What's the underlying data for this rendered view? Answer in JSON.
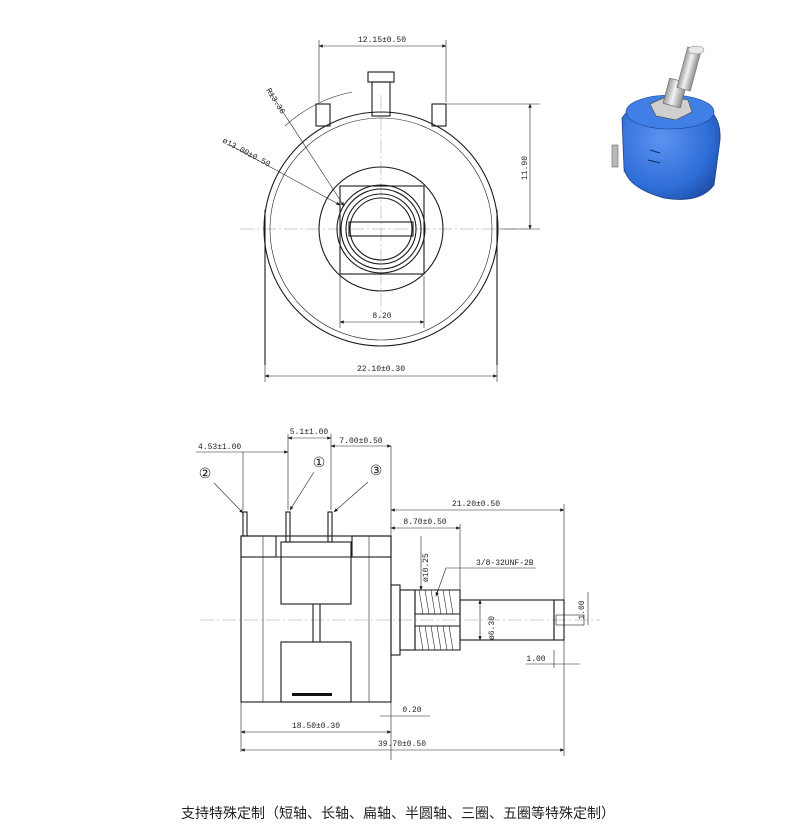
{
  "top_view": {
    "dims": {
      "width_top": "12.15±0.50",
      "radius": "R13.36",
      "diameter": "ø13.00±0.50",
      "height": "11.90",
      "inner_width": "8.20",
      "outer_width": "22.10±0.30"
    }
  },
  "side_view": {
    "dims": {
      "pin_spacing_left": "4.53±1.00",
      "pin_spacing_mid": "5.1±1.00",
      "pin_spacing_right": "7.00±0.50",
      "shaft_total": "21.20±0.50",
      "thread_length": "8.70±0.50",
      "thread_diameter": "ø10.25",
      "thread_spec": "3/8-32UNF-2B",
      "shaft_diameter": "ø6.30",
      "flat_1": "1.00",
      "flat_2": "1.00",
      "gap": "0.20",
      "body_length": "18.50±0.30",
      "total_length": "39.70±0.50"
    },
    "pins": [
      "②",
      "①",
      "③"
    ]
  },
  "caption": "支持特殊定制（短轴、长轴、扁轴、半圆轴、三圈、五圈等特殊定制）",
  "colors": {
    "product_blue": "#2f6ed8",
    "line": "#1a1a1a"
  }
}
